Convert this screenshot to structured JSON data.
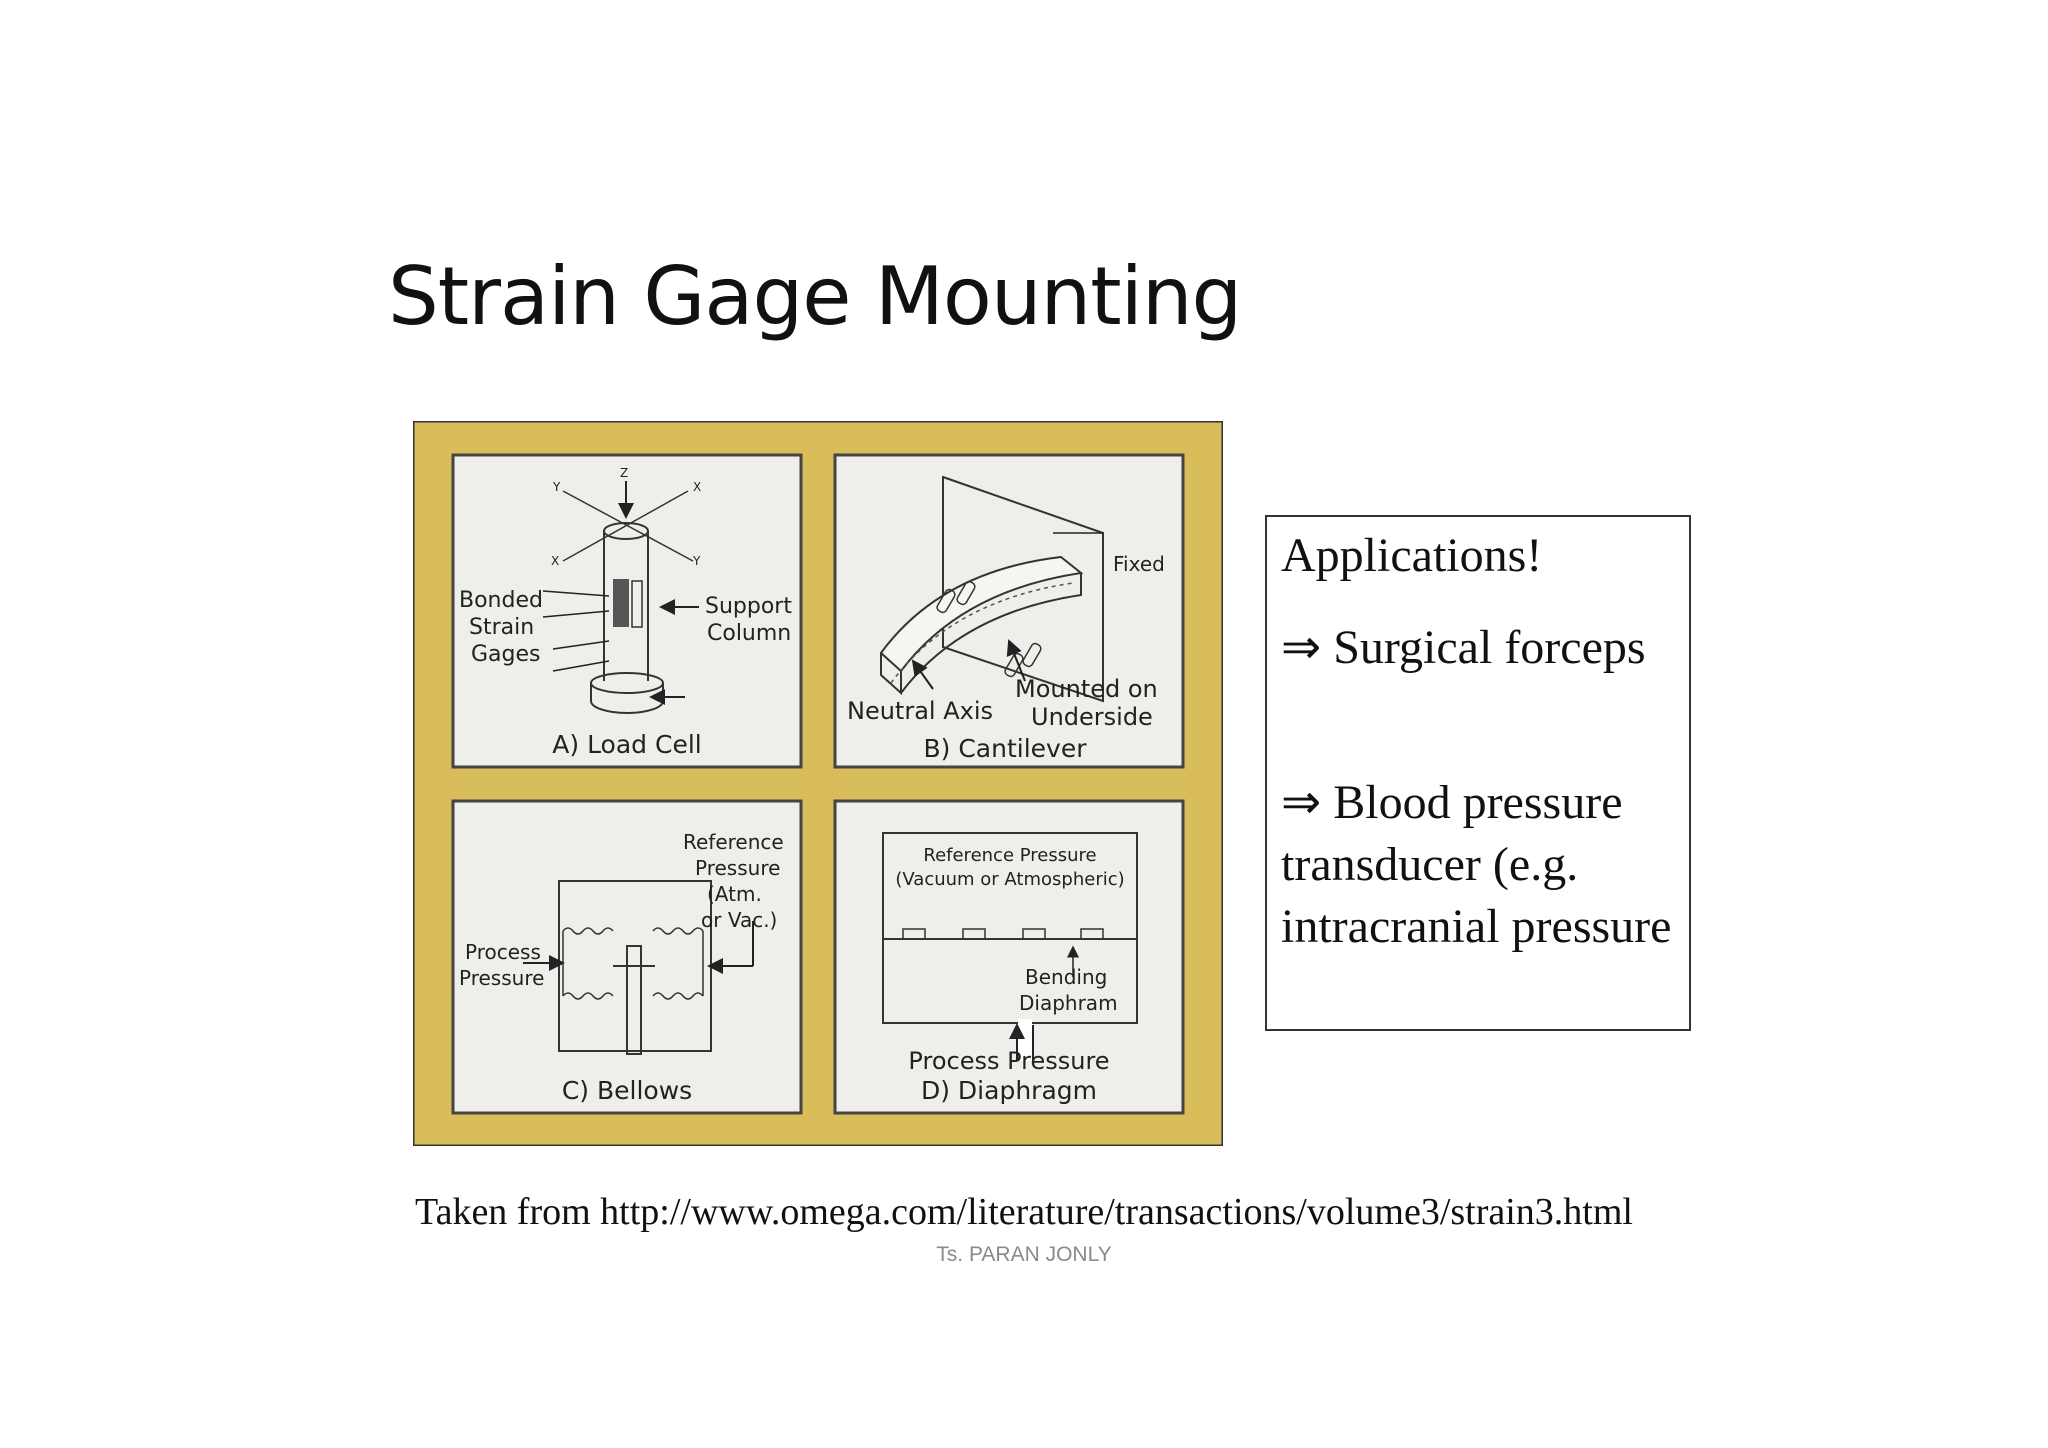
{
  "slide": {
    "title": "Strain Gage Mounting",
    "source": "Taken from http://www.omega.com/literature/transactions/volume3/strain3.html",
    "footer": "Ts. PARAN JONLY"
  },
  "applications": {
    "heading": "Applications!",
    "arrow_symbol": "⇒",
    "items": [
      "Surgical forceps",
      "Blood pressure transducer (e.g. intracranial pressure"
    ]
  },
  "figure": {
    "frame_color": "#d9bd5a",
    "panel_color": "#efeeea",
    "panels": {
      "load_cell": {
        "caption": "A) Load Cell",
        "axes": [
          "Z",
          "Y",
          "X",
          "X",
          "Y"
        ],
        "labels": [
          "Bonded",
          "Strain",
          "Gages",
          "Support",
          "Column"
        ]
      },
      "cantilever": {
        "caption": "B) Cantilever",
        "labels": [
          "Fixed",
          "Neutral Axis",
          "Mounted on",
          "Underside"
        ]
      },
      "bellows": {
        "caption": "C) Bellows",
        "labels": [
          "Reference",
          "Pressure",
          "(Atm.",
          "or Vac.)",
          "Process",
          "Pressure"
        ]
      },
      "diaphragm": {
        "caption": "D) Diaphragm",
        "labels": [
          "Reference Pressure",
          "(Vacuum or Atmospheric)",
          "Bending",
          "Diaphram",
          "Process Pressure"
        ]
      }
    }
  }
}
